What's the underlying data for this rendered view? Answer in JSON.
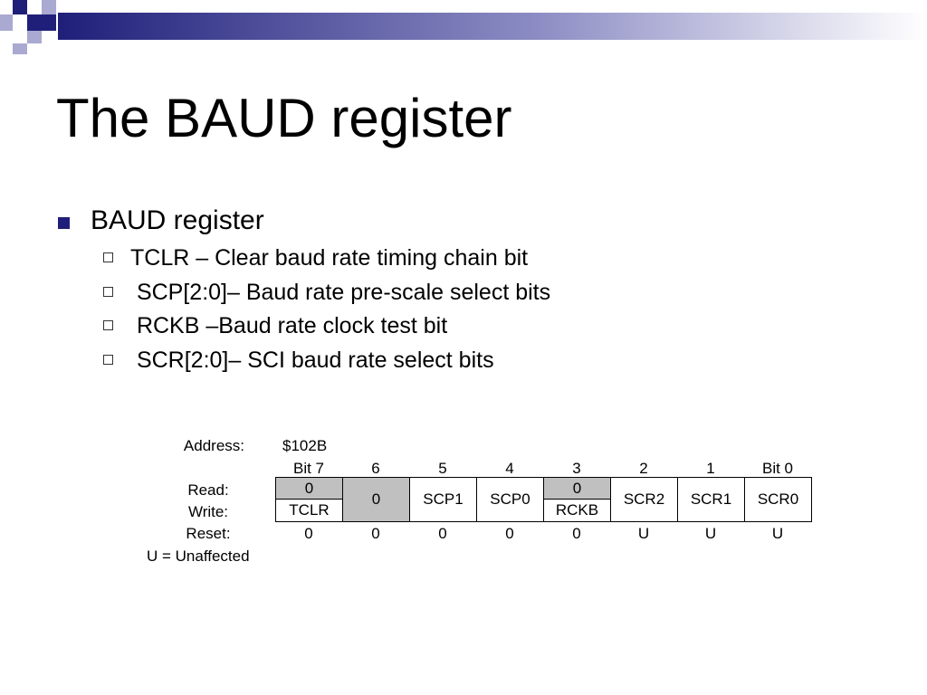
{
  "title": "The BAUD register",
  "bullet": {
    "label": "BAUD register",
    "items": [
      "TCLR – Clear baud rate timing chain bit",
      " SCP[2:0]– Baud rate pre-scale select bits",
      " RCKB –Baud rate clock test bit",
      " SCR[2:0]– SCI baud rate select bits"
    ]
  },
  "register": {
    "address_label": "Address:",
    "address_value": "$102B",
    "bit_headers": [
      "Bit 7",
      "6",
      "5",
      "4",
      "3",
      "2",
      "1",
      "Bit 0"
    ],
    "read_label": "Read:",
    "write_label": "Write:",
    "reset_label": "Reset:",
    "cells": {
      "b7_read": "0",
      "b7_write": "TCLR",
      "b6": "0",
      "b5": "SCP1",
      "b4": "SCP0",
      "b3_read": "0",
      "b3_write": "RCKB",
      "b2": "SCR2",
      "b1": "SCR1",
      "b0": "SCR0"
    },
    "reset_values": [
      "0",
      "0",
      "0",
      "0",
      "0",
      "U",
      "U",
      "U"
    ],
    "note": "U = Unaffected"
  },
  "colors": {
    "accent_navy": "#1f1f7a",
    "decor_lavender": "#a9a9d2",
    "shaded_cell": "#c0c0c0"
  }
}
